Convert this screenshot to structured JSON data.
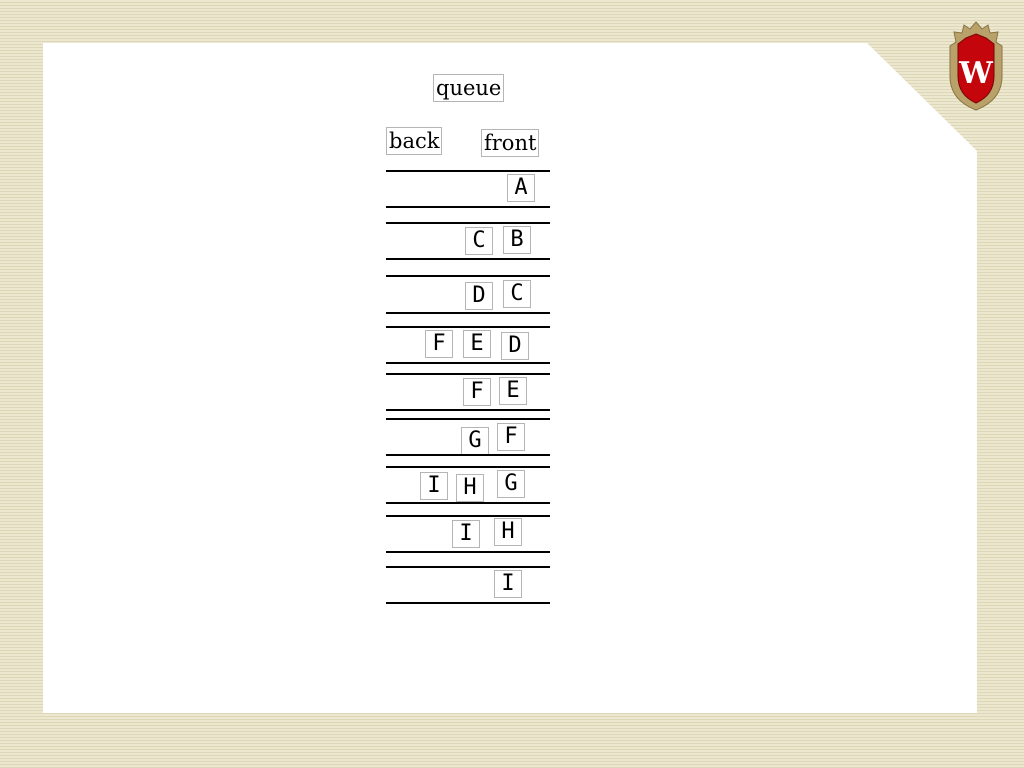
{
  "diagram": {
    "title": "queue",
    "back_label": "back",
    "front_label": "front"
  },
  "rows": [
    [
      "A"
    ],
    [
      "C",
      "B"
    ],
    [
      "D",
      "C"
    ],
    [
      "F",
      "E",
      "D"
    ],
    [
      "F",
      "E"
    ],
    [
      "G",
      "F"
    ],
    [
      "I",
      "H",
      "G"
    ],
    [
      "I",
      "H"
    ],
    [
      "I"
    ]
  ],
  "logo": {
    "letter": "W",
    "colors": {
      "red": "#c5050c",
      "gold": "#b9a26a"
    }
  }
}
